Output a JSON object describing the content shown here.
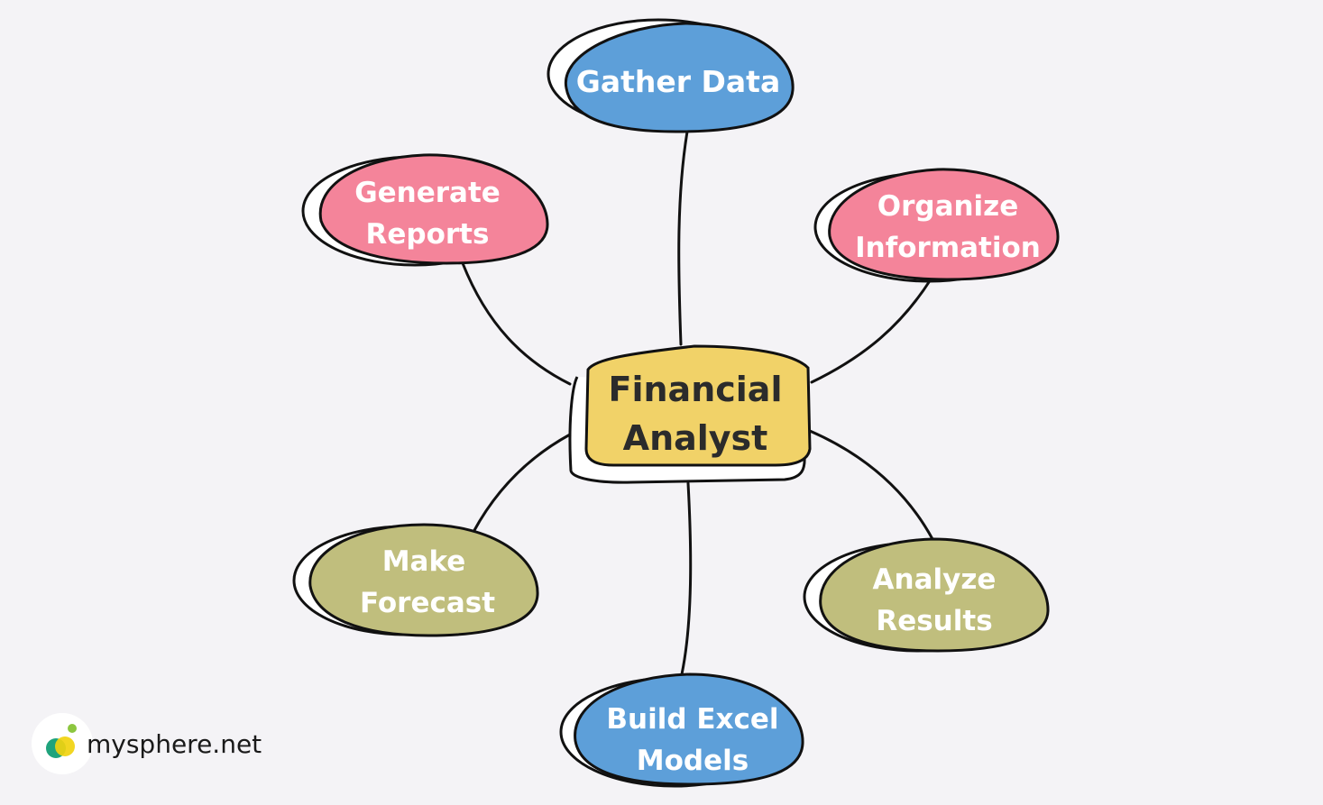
{
  "center": {
    "lines": [
      "Financial",
      "Analyst"
    ]
  },
  "nodes": [
    {
      "id": "gather-data",
      "lines": [
        "Gather Data"
      ],
      "color": "#5d9fd9"
    },
    {
      "id": "generate-reports",
      "lines": [
        "Generate",
        "Reports"
      ],
      "color": "#f4849a"
    },
    {
      "id": "organize-information",
      "lines": [
        "Organize",
        "Information"
      ],
      "color": "#f4849a"
    },
    {
      "id": "make-forecast",
      "lines": [
        "Make",
        "Forecast"
      ],
      "color": "#c0be7d"
    },
    {
      "id": "analyze-results",
      "lines": [
        "Analyze",
        "Results"
      ],
      "color": "#c0be7d"
    },
    {
      "id": "build-excel-models",
      "lines": [
        "Build Excel",
        "Models"
      ],
      "color": "#5d9fd9"
    }
  ],
  "colors": {
    "center": "#f1d268",
    "outline": "#111111",
    "background": "#f4f3f6"
  },
  "brand": {
    "text": "mysphere.net",
    "icon": "mysphere-logo-icon"
  }
}
